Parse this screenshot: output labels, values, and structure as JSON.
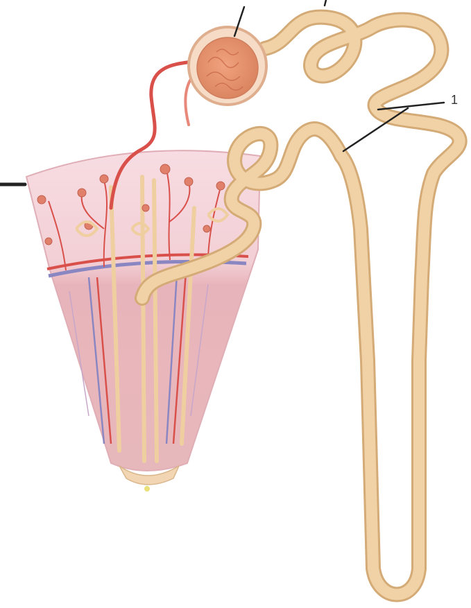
{
  "diagram": {
    "subject": "nephron-with-renal-pyramid",
    "structures": [
      "glomerulus",
      "afferent-arteriole",
      "proximal-convoluted-tubule",
      "distal-convoluted-tubule",
      "loop-of-henle",
      "collecting-duct",
      "renal-pyramid"
    ],
    "leader_lines_count": 5,
    "labels": []
  },
  "colors": {
    "tubule": "#f1d2a6",
    "tubule_outline": "#d4ab77",
    "glomerulus": "#e79a76",
    "capsule": "#f6dcc6",
    "pyramid_top": "#f5d5dc",
    "pyramid_body": "#ecbfc3",
    "artery": "#d9504b",
    "vein": "#8a86c2",
    "leader": "#222222"
  }
}
